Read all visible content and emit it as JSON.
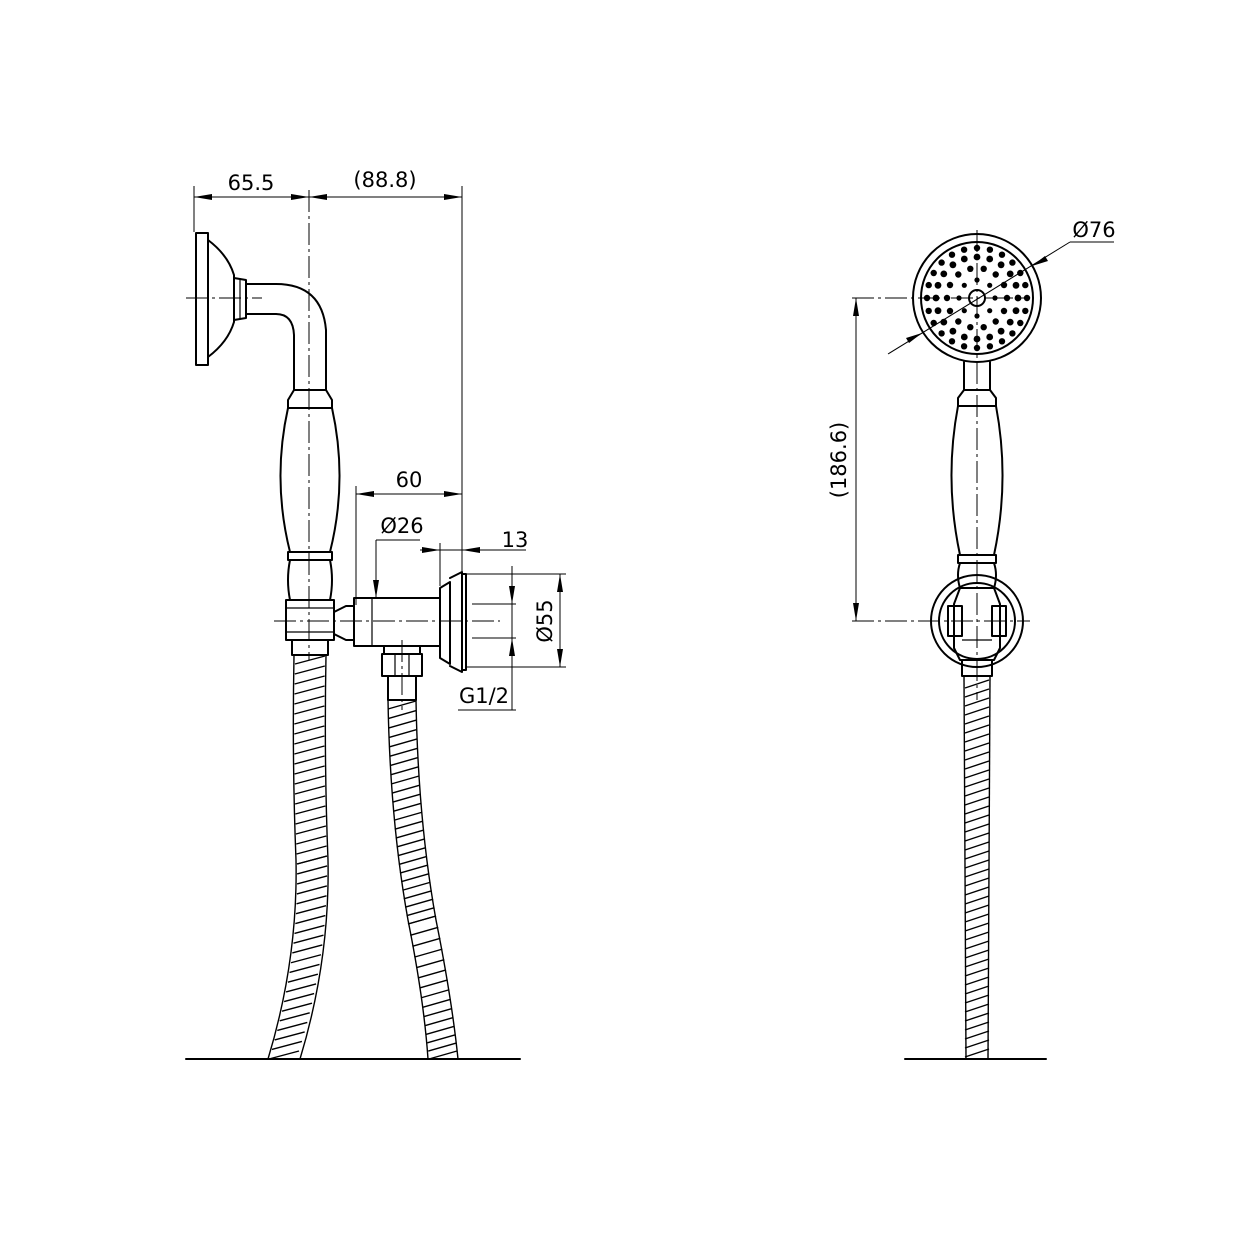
{
  "colors": {
    "ink": "#000000",
    "paper": "#ffffff"
  },
  "dimensions": {
    "holder_depth": "65.5",
    "handle_offset": "(88.8)",
    "elbow_length": "60",
    "connector_diameter": "Ø26",
    "flange_depth": "13",
    "flange_diameter": "Ø55",
    "thread": "G1/2",
    "head_diameter": "Ø76",
    "head_height": "(186.6)"
  }
}
